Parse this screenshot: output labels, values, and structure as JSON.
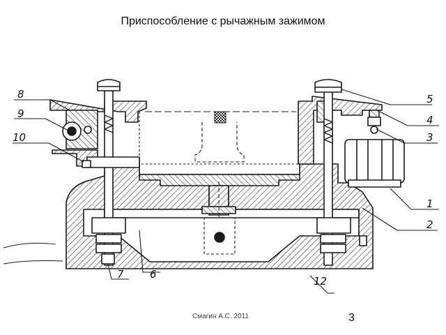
{
  "slide": {
    "title": "Приспособление с рычажным зажимом",
    "footer": "Смагин А.С. 2011",
    "page_number": "3"
  },
  "drawing": {
    "callouts": {
      "c1": "1",
      "c2": "2",
      "c3": "3",
      "c4": "4",
      "c5": "5",
      "c6": "6",
      "c7": "7",
      "c8": "8",
      "c9": "9",
      "c10": "10",
      "c12": "12"
    },
    "colors": {
      "line": "#1a1a1a",
      "hatch": "#333333"
    }
  }
}
